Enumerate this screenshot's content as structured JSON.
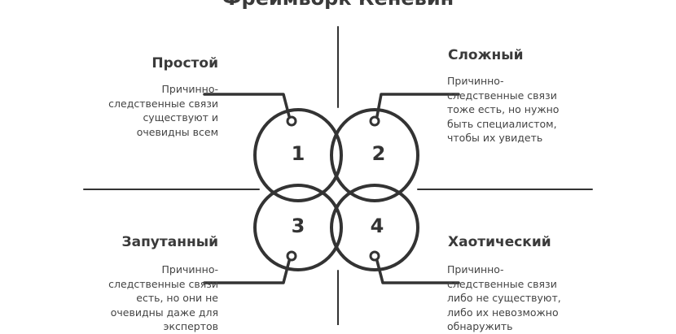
{
  "title": "Фреймворк Кеневин",
  "quadrants": [
    {
      "number": "1",
      "heading": "Простой",
      "lines": [
        "Причинно-",
        "следственные связи",
        "существуют и",
        "очевидны всем"
      ]
    },
    {
      "number": "2",
      "heading": "Сложный",
      "lines": [
        "Причинно-",
        "следственные связи",
        "тоже есть, но нужно",
        "быть специалистом,",
        "чтобы их увидеть"
      ]
    },
    {
      "number": "3",
      "heading": "Запутанный",
      "lines": [
        "Причинно-",
        "следственные связи",
        "есть, но они не",
        "очевидны даже для",
        "экспертов"
      ]
    },
    {
      "number": "4",
      "heading": "Хаотический",
      "lines": [
        "Причинно-",
        "следственные связи",
        "либо не существуют,",
        "либо их невозможно",
        "обнаружить"
      ]
    }
  ],
  "colors": {
    "stroke": "#333333",
    "text": "#3a3a3a"
  }
}
